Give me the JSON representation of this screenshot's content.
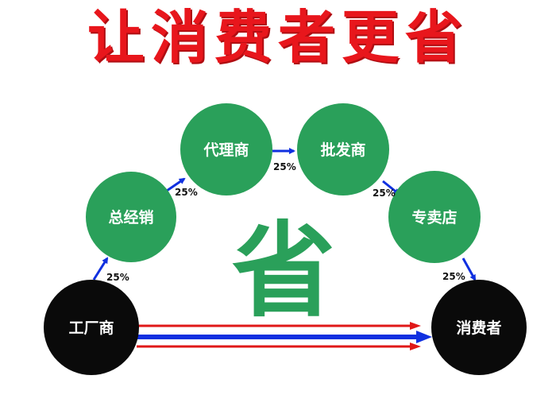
{
  "title": "让消费者更省",
  "center_char": "省",
  "nodes": {
    "factory": "工厂商",
    "general_distributor": "总经销",
    "agent": "代理商",
    "wholesaler": "批发商",
    "retailer": "专卖店",
    "consumer": "消费者"
  },
  "markups": [
    "25%",
    "25%",
    "25%",
    "25%",
    "25%"
  ],
  "colors": {
    "title": "#e8161c",
    "green_node": "#2aa05a",
    "black_node": "#0a0a0a",
    "arrow_blue": "#1030e0",
    "arrow_red": "#e01818",
    "center_char": "#2aa05a"
  }
}
